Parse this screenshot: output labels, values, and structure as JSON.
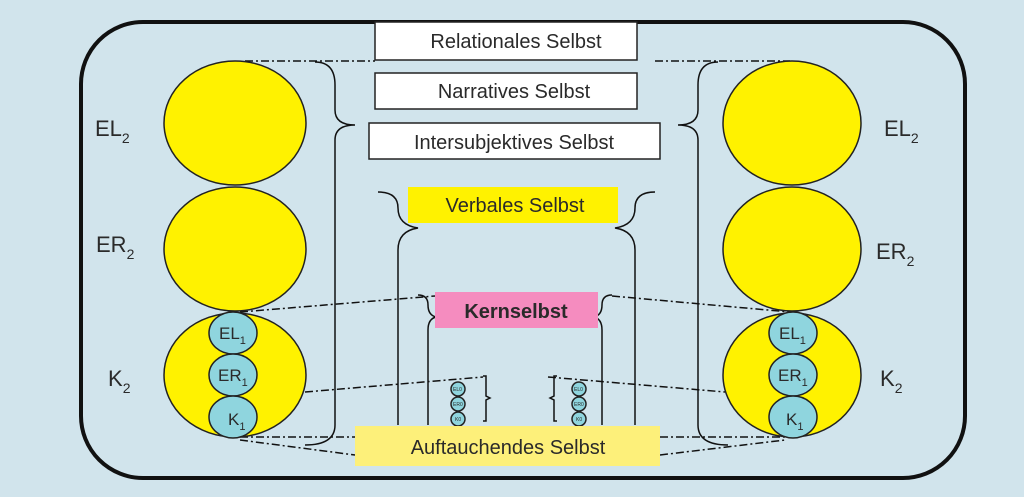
{
  "colors": {
    "background": "#d1e4ec",
    "yellow": "#fff200",
    "light_yellow": "#fdf07a",
    "pink": "#f58cbf",
    "cyan": "#8fd5de",
    "white": "#ffffff"
  },
  "boxes": {
    "relational": "Relationales Selbst",
    "narrative": "Narratives Selbst",
    "intersubjective": "Intersubjektives Selbst",
    "verbal": "Verbales Selbst",
    "core": "Kernselbst",
    "emergent": "Auftauchendes Selbst"
  },
  "left_column": {
    "outer": [
      {
        "main": "EL",
        "sub": "2"
      },
      {
        "main": "ER",
        "sub": "2"
      },
      {
        "main": "K",
        "sub": "2"
      }
    ],
    "inner": [
      {
        "main": "EL",
        "sub": "1"
      },
      {
        "main": "ER",
        "sub": "1"
      },
      {
        "main": "K",
        "sub": "1"
      }
    ]
  },
  "right_column": {
    "outer": [
      {
        "main": "EL",
        "sub": "2"
      },
      {
        "main": "ER",
        "sub": "2"
      },
      {
        "main": "K",
        "sub": "2"
      }
    ],
    "inner": [
      {
        "main": "EL",
        "sub": "1"
      },
      {
        "main": "ER",
        "sub": "1"
      },
      {
        "main": "K",
        "sub": "1"
      }
    ]
  },
  "mini_left": [
    {
      "main": "EL",
      "sub": "0"
    },
    {
      "main": "ER",
      "sub": "0"
    },
    {
      "main": "K",
      "sub": "0"
    }
  ],
  "mini_right": [
    {
      "main": "EL",
      "sub": "0"
    },
    {
      "main": "ER",
      "sub": "0"
    },
    {
      "main": "K",
      "sub": "0"
    }
  ]
}
